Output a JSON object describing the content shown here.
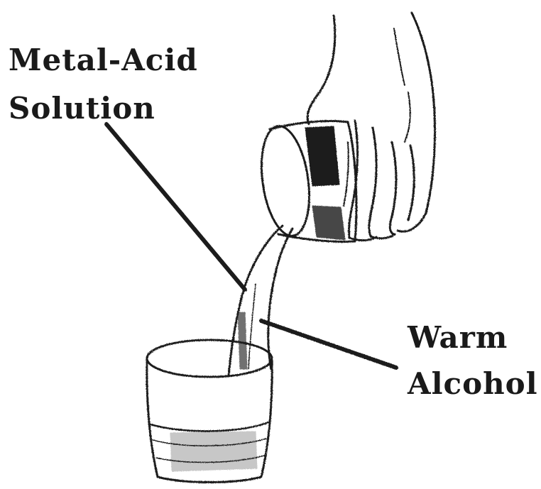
{
  "labels": {
    "metal_acid_line1": "Metal-Acid",
    "metal_acid_line2": "Solution",
    "warm_alcohol_line1": "Warm",
    "warm_alcohol_line2": "Alcohol"
  },
  "illustration": {
    "hand": "hand-illustration",
    "pouring_cup": "beaker-pouring",
    "receiving_glass": "glass-receiving",
    "stream": "liquid-stream"
  },
  "colors": {
    "ink": "#1a1a1a",
    "paper": "#ffffff"
  }
}
